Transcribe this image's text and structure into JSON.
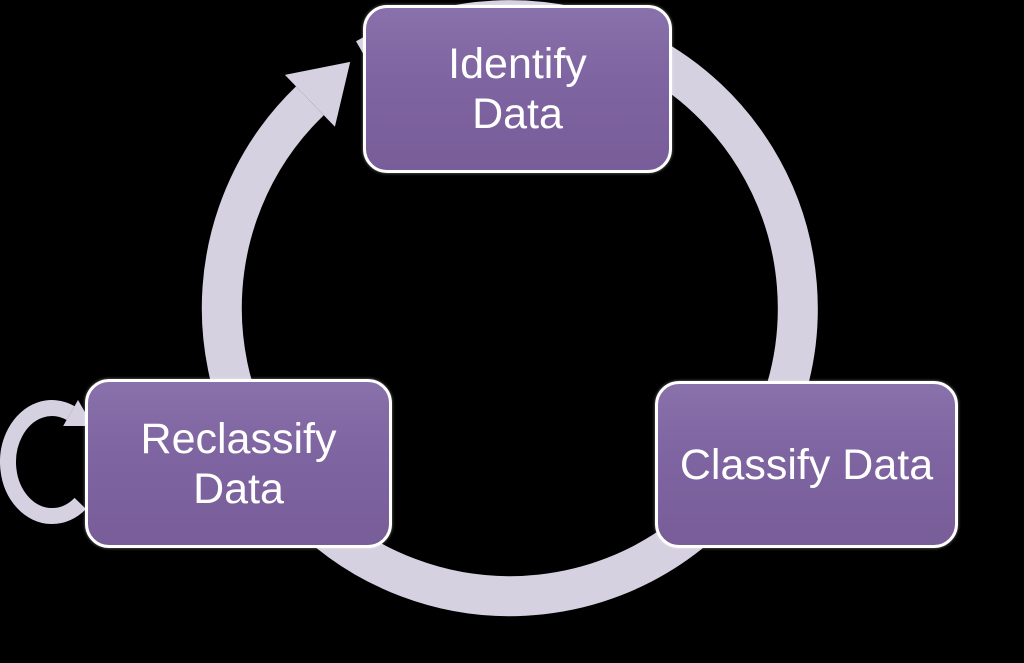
{
  "diagram": {
    "type": "cycle",
    "nodes": [
      {
        "id": "identify-data",
        "lines": [
          "Identify",
          "Data"
        ]
      },
      {
        "id": "classify-data",
        "lines": [
          "Classify Data"
        ]
      },
      {
        "id": "reclassify-data",
        "lines": [
          "Reclassify",
          "Data"
        ]
      }
    ],
    "arrows": [
      {
        "id": "cycle-arrow",
        "description": "clockwise circular cycle arrow connecting all three nodes, arrowhead pointing into Identify Data"
      },
      {
        "id": "self-loop-arrow",
        "description": "small self-loop arrow on left side pointing back into Reclassify Data"
      }
    ],
    "colors": {
      "node_fill": "#7E64A0",
      "node_fill_top": "#8971AB",
      "node_fill_bottom": "#785D99",
      "node_border": "#FFFFFF",
      "node_text": "#FFFFFF",
      "arrow": "#D5D1E0",
      "background": "#000000"
    }
  }
}
